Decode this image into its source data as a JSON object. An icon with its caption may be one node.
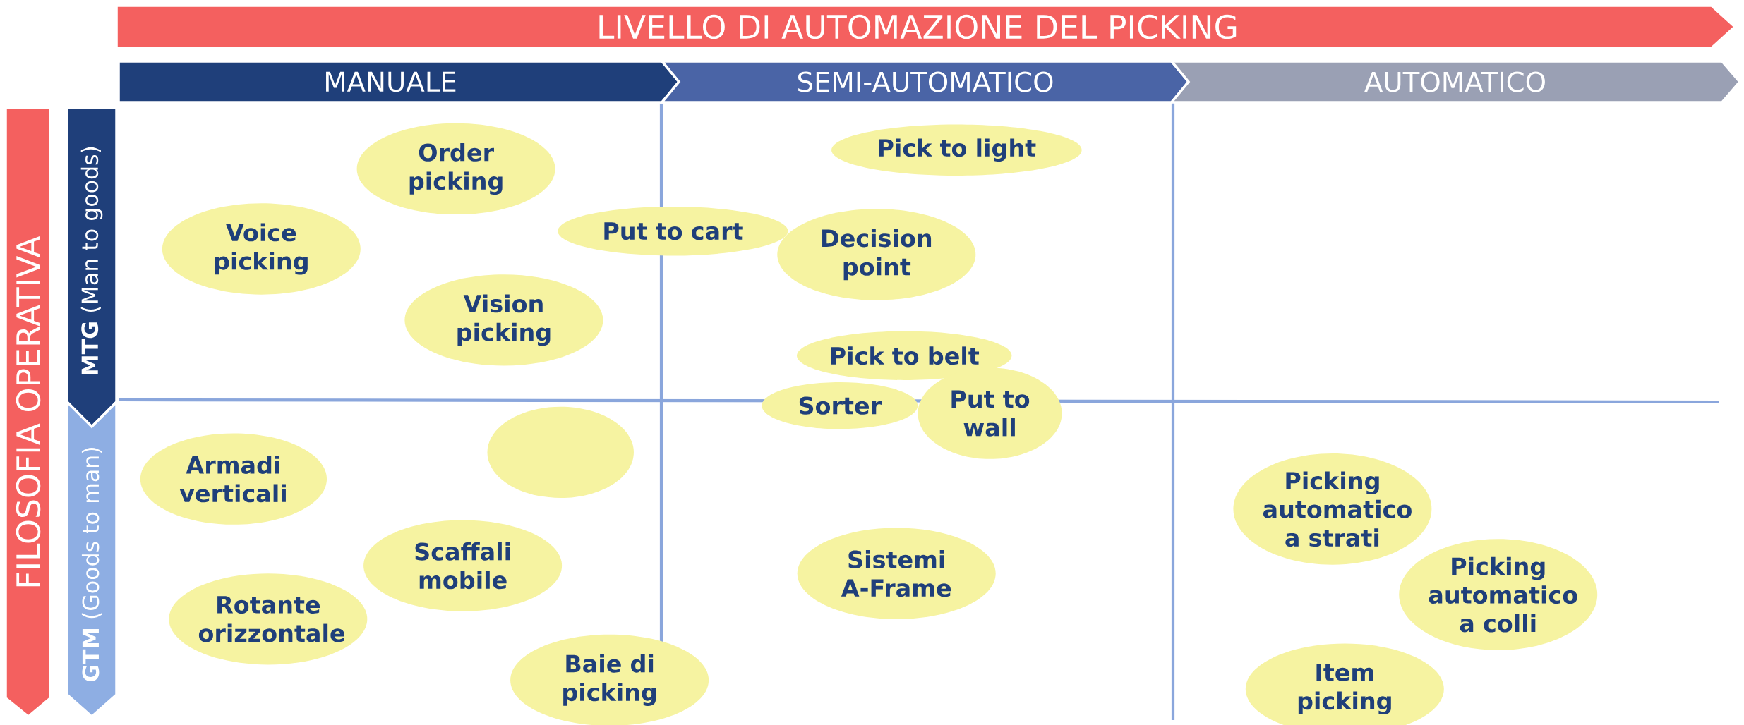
{
  "diagram": {
    "nodes": [
      {
        "text": [
          "LIVELLO DI AUTOMAZIONE DEL PICKING"
        ]
      },
      {
        "text": [
          "FILOSOFIA OPERATIVA"
        ]
      },
      {
        "text": [
          "MANUALE"
        ]
      },
      {
        "text": [
          "SEMI-AUTOMATICO"
        ]
      },
      {
        "text": [
          "AUTOMATICO"
        ]
      },
      {
        "text": [
          "**MTG** (Man to goods)"
        ]
      },
      {
        "text": [
          "**GTM** (Goods to man)"
        ]
      },
      {
        "text": [
          "Pick to light"
        ]
      },
      {
        "text": [
          "Order picking"
        ]
      },
      {
        "text": [
          "Put to cart"
        ]
      },
      {
        "text": [
          "Voice picking"
        ]
      },
      {
        "text": [
          "Decision point"
        ]
      },
      {
        "text": [
          "Vision picking"
        ]
      },
      {
        "text": [
          "Pick to belt"
        ]
      },
      {
        "text": [
          "Sorter"
        ]
      },
      {
        "text": [
          "Put to wall"
        ]
      },
      {
        "text": [],
        "shape": "ellipse"
      },
      {
        "text": [
          "Armadi verticali"
        ]
      },
      {
        "text": [
          "Picking automatico a strati"
        ]
      },
      {
        "text": [
          "Scaffali mobile"
        ]
      },
      {
        "text": [
          "Sistemi A-Frame"
        ]
      },
      {
        "text": [
          "Picking automatico a colli"
        ]
      },
      {
        "text": [
          "Rotante orizzontale"
        ]
      },
      {
        "text": [
          "Baie di picking"
        ]
      },
      {
        "text": [
          "Item picking"
        ]
      }
    ]
  }
}
